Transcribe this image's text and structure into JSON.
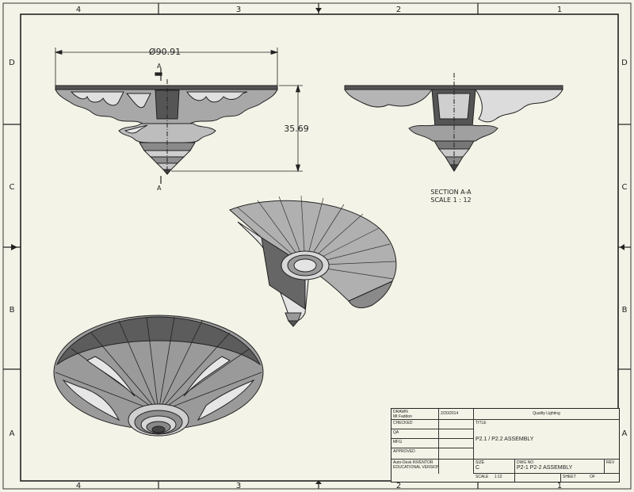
{
  "border": {
    "columns_top": [
      "4",
      "3",
      "2",
      "1"
    ],
    "columns_bottom": [
      "4",
      "3",
      "2",
      "1"
    ],
    "rows_left": [
      "D",
      "C",
      "B",
      "A"
    ],
    "rows_right": [
      "D",
      "C",
      "B",
      "A"
    ]
  },
  "front_view": {
    "diameter_dim": "Ø90.91",
    "height_dim": "35.69",
    "section_marker_top": "A",
    "section_marker_bottom": "A"
  },
  "section_view": {
    "label": "SECTION A-A",
    "scale": "SCALE 1 : 12"
  },
  "title_block": {
    "drawn_label": "DRAWN",
    "drawn_by": "Mt Faddon",
    "date": "2/20/2014",
    "company": "Quality Lighting",
    "checked_label": "CHECKED",
    "qa_label": "QA",
    "mfg_label": "MFG",
    "approved_label": "APPROVED",
    "title_label": "TITLE",
    "title": "P2.1 / P2.2 ASSEMBLY",
    "size_label": "SIZE",
    "size": "C",
    "dwg_label": "DWG NO",
    "dwg_no": "P2-1 P2-2 ASSEMBLY",
    "rev_label": "REV",
    "scale_label": "SCALE",
    "scale": "1:12",
    "sheet_label": "SHEET",
    "sheet_of": "OF",
    "software_note": "Auto-Desk INVENTOR",
    "software_note2": "EDUCATIONAL VERSION"
  },
  "colors": {
    "paper": "#f4f3e7",
    "line": "#222222",
    "shade_dark": "#555555",
    "shade_mid": "#9a9a9a",
    "shade_light": "#e2e2e2"
  }
}
